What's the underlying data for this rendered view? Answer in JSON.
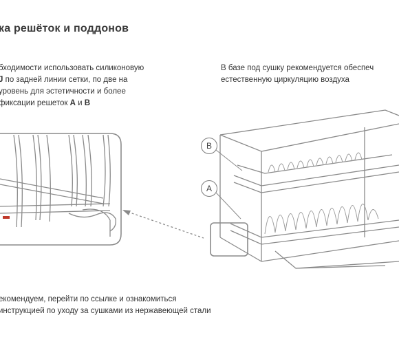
{
  "heading": "ка решёток и поддонов",
  "left_text": {
    "line1": "бходимости использовать силиконовую",
    "line2_bold": "J",
    "line2_rest": " по задней линии сетки, по две на",
    "line3": "уровень для эстетичности и более",
    "line4_pre": "фиксации решеток ",
    "grid_a": "A",
    "and": " и ",
    "grid_b": "B"
  },
  "right_text": {
    "line1": "В базе под сушку рекомендуется обеспеч",
    "line2": "естественную циркуляцию воздуха"
  },
  "bottom_text": {
    "line1": "екомендуем, перейти по ссылке и ознакомиться",
    "line2": "инструкцией по уходу за сушками из нержавеющей стали"
  },
  "labels": {
    "a": "A",
    "b": "B"
  },
  "colors": {
    "line": "#8a8a8a",
    "marker": "#c0392b"
  },
  "icons": [
    "dish-rack-illustration",
    "zoom-detail-illustration",
    "arrow-pointer-icon"
  ]
}
